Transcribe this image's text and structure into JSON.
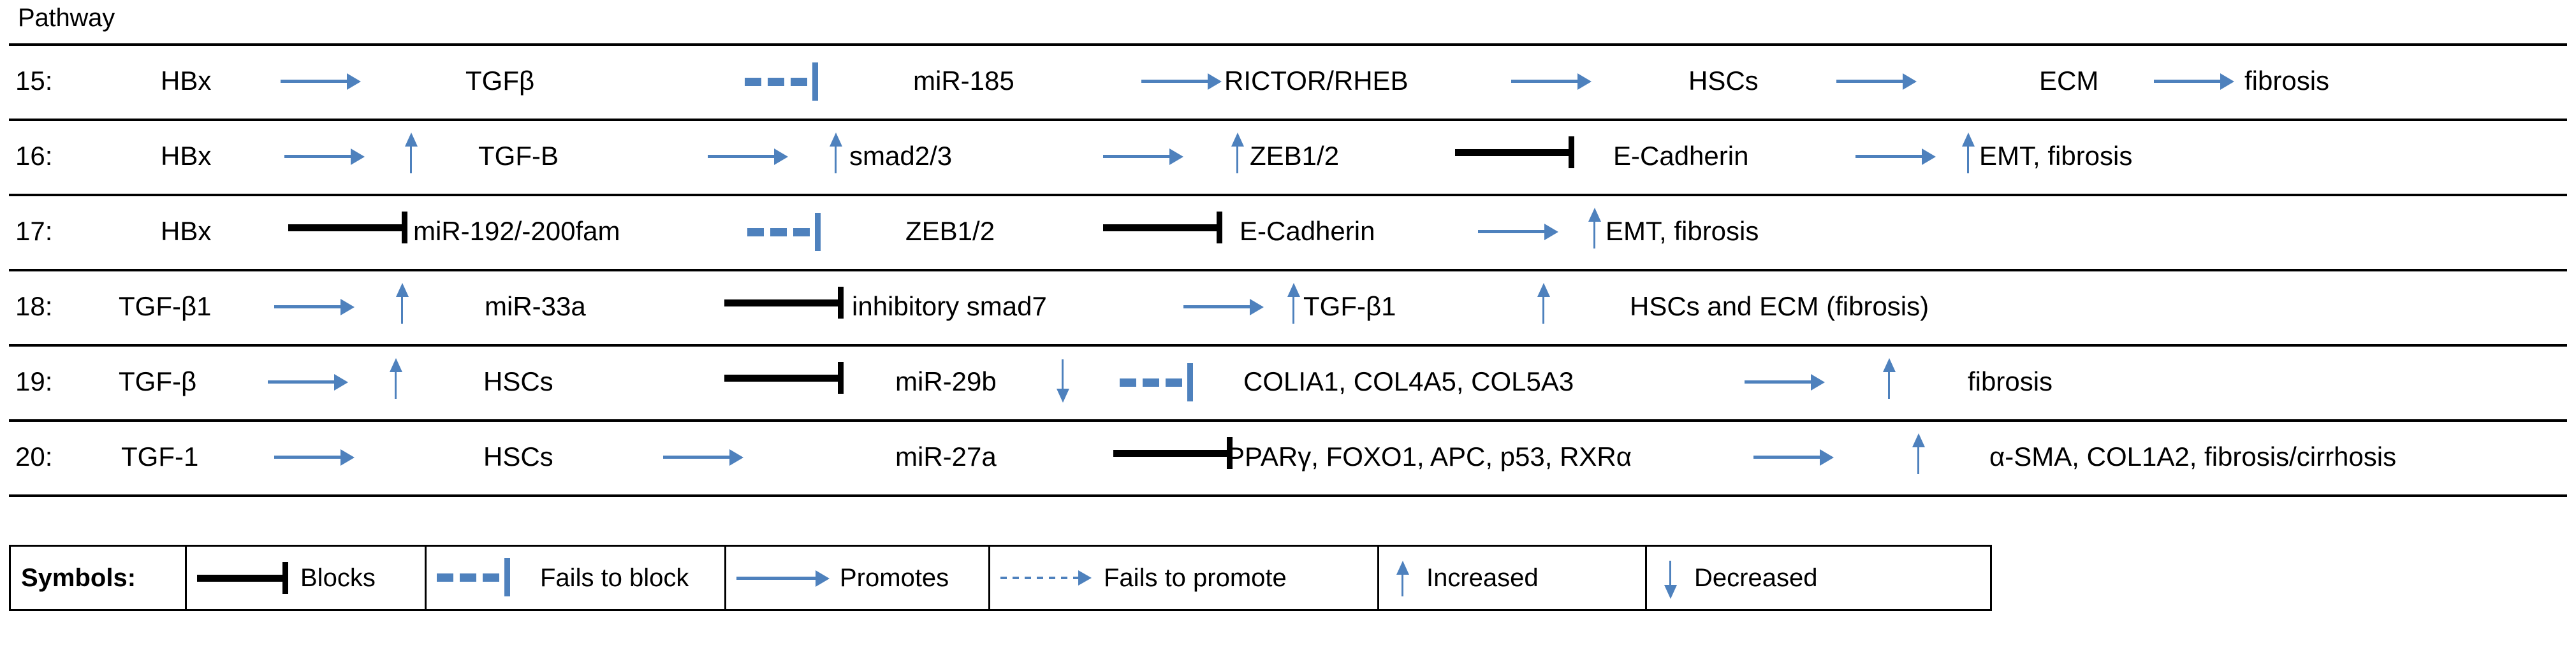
{
  "header": {
    "title": "Pathway"
  },
  "colors": {
    "blue": "#4e81bd",
    "black": "#000000",
    "background": "#ffffff"
  },
  "rows": [
    {
      "number": "15:",
      "nodes": [
        "HBx",
        "TGFβ",
        "miR-185",
        "RICTOR/RHEB",
        "HSCs",
        "ECM",
        "fibrosis"
      ],
      "connectors": [
        "promotes",
        "fails-to-block",
        "promotes",
        "promotes",
        "promotes",
        "promotes"
      ]
    },
    {
      "number": "16:",
      "nodes": [
        "HBx",
        "TGF-B",
        "smad2/3",
        "ZEB1/2",
        "E-Cadherin",
        "EMT, fibrosis"
      ],
      "connectors": [
        "promotes",
        "promotes",
        "promotes",
        "blocks",
        "promotes"
      ],
      "increased_on": [
        "TGF-B",
        "smad2/3",
        "ZEB1/2",
        "EMT, fibrosis"
      ]
    },
    {
      "number": "17:",
      "nodes": [
        "HBx",
        "miR-192/-200fam",
        "ZEB1/2",
        "E-Cadherin",
        "EMT, fibrosis"
      ],
      "connectors": [
        "blocks",
        "fails-to-block",
        "blocks",
        "promotes"
      ],
      "increased_on": [
        "EMT, fibrosis"
      ]
    },
    {
      "number": "18:",
      "nodes": [
        "TGF-β1",
        "miR-33a",
        "inhibitory smad7",
        "TGF-β1",
        "HSCs and ECM (fibrosis)"
      ],
      "connectors": [
        "promotes",
        "blocks",
        "promotes"
      ],
      "increased_on": [
        "miR-33a",
        "TGF-β1",
        "HSCs and ECM (fibrosis)"
      ]
    },
    {
      "number": "19:",
      "nodes": [
        "TGF-β",
        "HSCs",
        "miR-29b",
        "COLIA1, COL4A5, COL5A3",
        "fibrosis"
      ],
      "connectors": [
        "promotes",
        "blocks",
        "fails-to-block",
        "promotes"
      ],
      "increased_on": [
        "HSCs",
        "fibrosis"
      ],
      "decreased_on": [
        "miR-29b"
      ]
    },
    {
      "number": "20:",
      "nodes": [
        "TGF-1",
        "HSCs",
        "miR-27a",
        "PPARγ, FOXO1, APC, p53, RXRα",
        "α-SMA, COL1A2, fibrosis/cirrhosis"
      ],
      "connectors": [
        "promotes",
        "promotes",
        "blocks",
        "promotes"
      ],
      "increased_on": [
        "α-SMA, COL1A2, fibrosis/cirrhosis"
      ]
    }
  ],
  "legend": {
    "title": "Symbols:",
    "items": [
      {
        "glyph": "blocks-icon",
        "label": "Blocks"
      },
      {
        "glyph": "fails-to-block-icon",
        "label": "Fails to block"
      },
      {
        "glyph": "promotes-icon",
        "label": "Promotes"
      },
      {
        "glyph": "fails-to-promote-icon",
        "label": "Fails to promote"
      },
      {
        "glyph": "increased-icon",
        "label": "Increased"
      },
      {
        "glyph": "decreased-icon",
        "label": "Decreased"
      }
    ]
  }
}
